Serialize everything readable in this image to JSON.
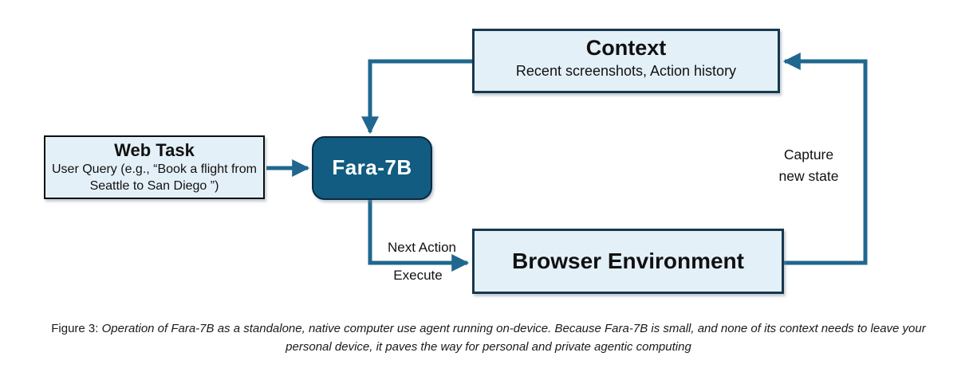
{
  "diagram": {
    "web_task": {
      "title": "Web Task",
      "subtitle": "User Query (e.g., “Book a flight from Seattle to San Diego ”)"
    },
    "fara": {
      "label": "Fara-7B"
    },
    "context": {
      "title": "Context",
      "subtitle": "Recent screenshots, Action history"
    },
    "browser": {
      "title": "Browser Environment"
    },
    "labels": {
      "next_action": "Next Action",
      "execute": "Execute",
      "capture_line1": "Capture",
      "capture_line2": "new state"
    }
  },
  "caption": {
    "prefix": "Figure 3: ",
    "text": "Operation of Fara-7B as a standalone, native computer use agent running on-device. Because Fara-7B is small, and none of its context needs to leave your personal device, it paves the way for personal and private agentic computing"
  },
  "colors": {
    "arrow_teal": "#20678f",
    "fara_fill": "#115c80",
    "box_fill": "#e4f0f8",
    "navy_border": "#17384e",
    "black_border": "#0d0d0d"
  }
}
